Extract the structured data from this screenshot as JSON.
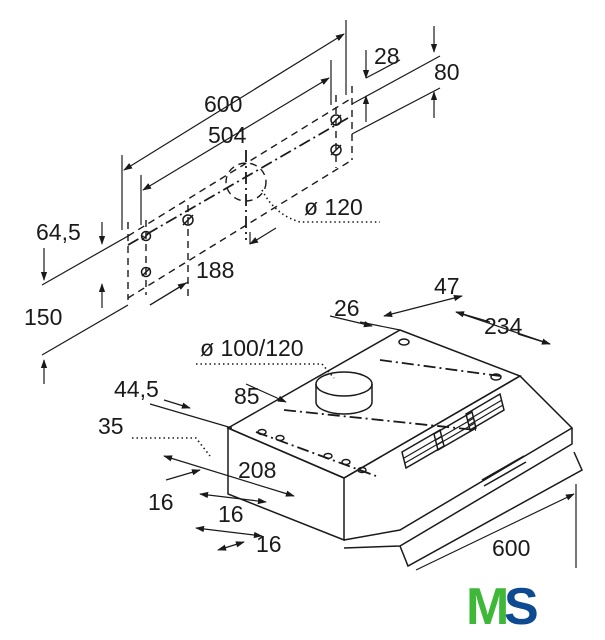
{
  "wall_plan": {
    "dim_width": "600",
    "dim_hole_spacing": "504",
    "dim_top_offset": "28",
    "dim_right_height": "80",
    "dim_duct_diameter": "ø 120",
    "dim_left_offset": "64,5",
    "dim_lower_height": "150",
    "dim_center_offset": "188"
  },
  "hood": {
    "dim_rear_depth": "26",
    "dim_rear_offset": "47",
    "dim_right_depth": "234",
    "dim_outlet_diameter": "ø 100/120",
    "dim_left_offset": "44,5",
    "dim_outlet_offset": "85",
    "dim_side": "35",
    "dim_hole_span": "208",
    "dim_front_a": "16",
    "dim_front_b": "16",
    "dim_front_c": "16",
    "dim_width": "600"
  },
  "logo": {
    "letter_m": "M",
    "letter_s": "S"
  }
}
